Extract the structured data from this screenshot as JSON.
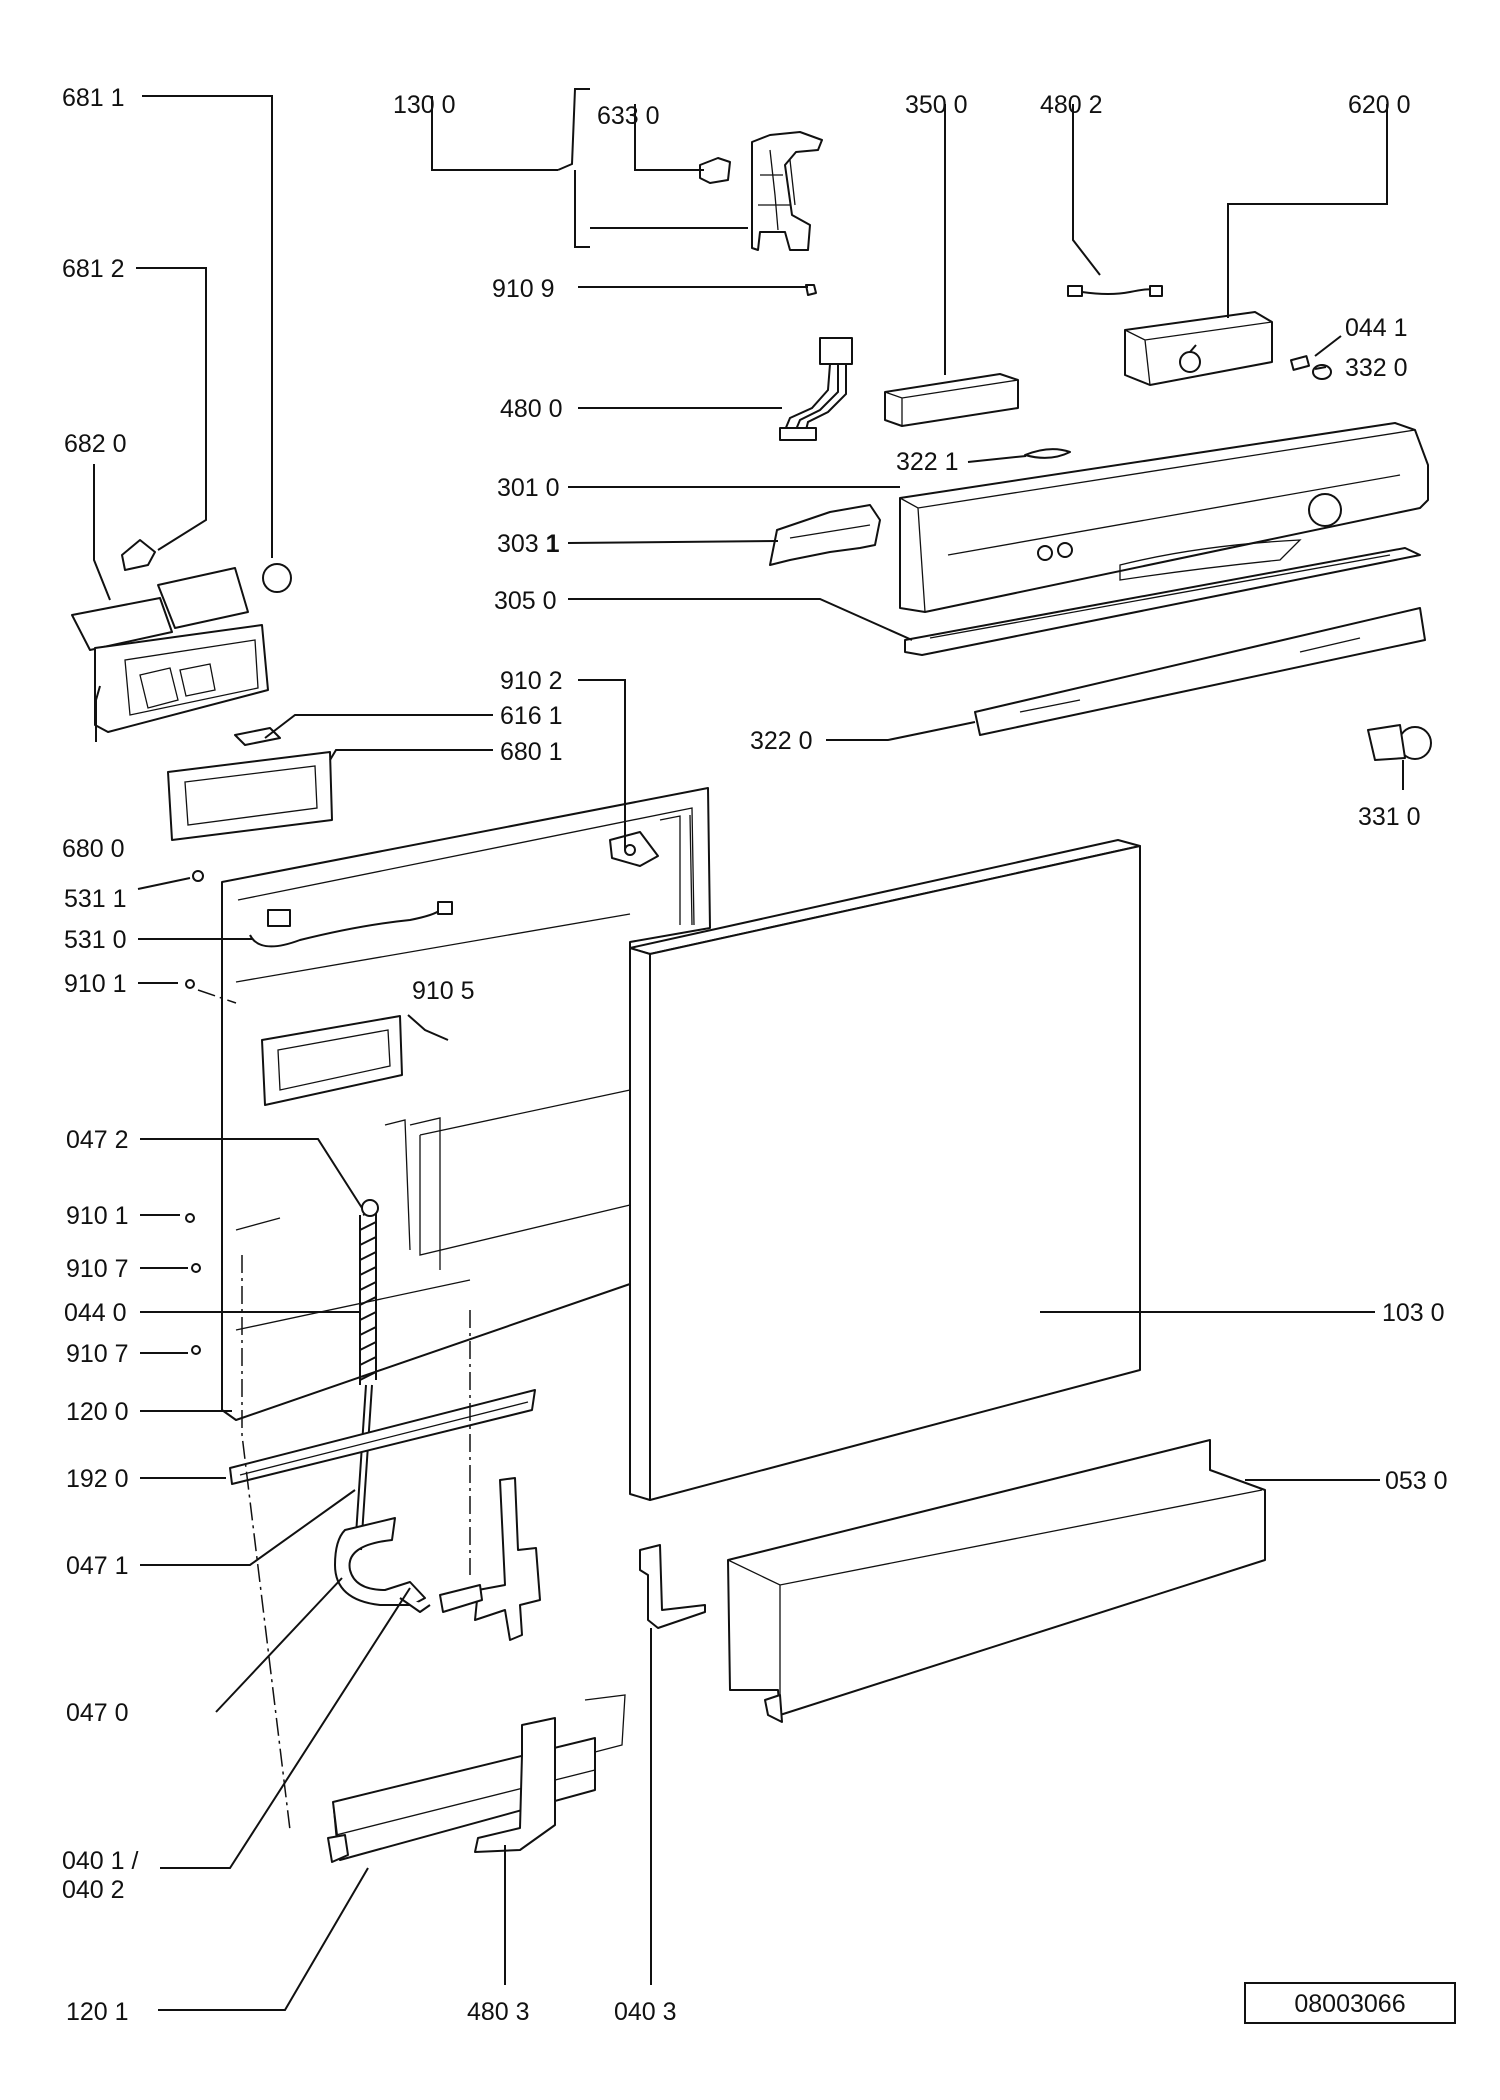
{
  "labels": {
    "l6811": "681 1",
    "l1300": "130 0",
    "l6330": "633 0",
    "l3500": "350 0",
    "l4802": "480 2",
    "l6200": "620 0",
    "l6812": "681 2",
    "l9109": "910 9",
    "l0441": "044 1",
    "l3320": "332 0",
    "l6820": "682 0",
    "l4800": "480 0",
    "l3221": "322 1",
    "l3010": "301 0",
    "l3031a": "303 ",
    "l3031b": "1",
    "l3050": "305 0",
    "l9102": "910 2",
    "l6161": "616 1",
    "l6801": "680 1",
    "l3220": "322 0",
    "l6800": "680 0",
    "l3310": "331 0",
    "l5311": "531 1",
    "l5310": "531 0",
    "l9101a": "910 1",
    "l9105": "910 5",
    "l0472": "047 2",
    "l9101b": "910 1",
    "l9107a": "910 7",
    "l0440": "044 0",
    "l1030": "103 0",
    "l9107b": "910 7",
    "l1200": "120 0",
    "l1920": "192 0",
    "l0530": "053 0",
    "l0471": "047 1",
    "l0470": "047 0",
    "l0401": "040 1 /",
    "l0402": "040 2",
    "l1201": "120 1",
    "l4803": "480 3",
    "l0403": "040 3"
  },
  "ref_number": "08003066"
}
